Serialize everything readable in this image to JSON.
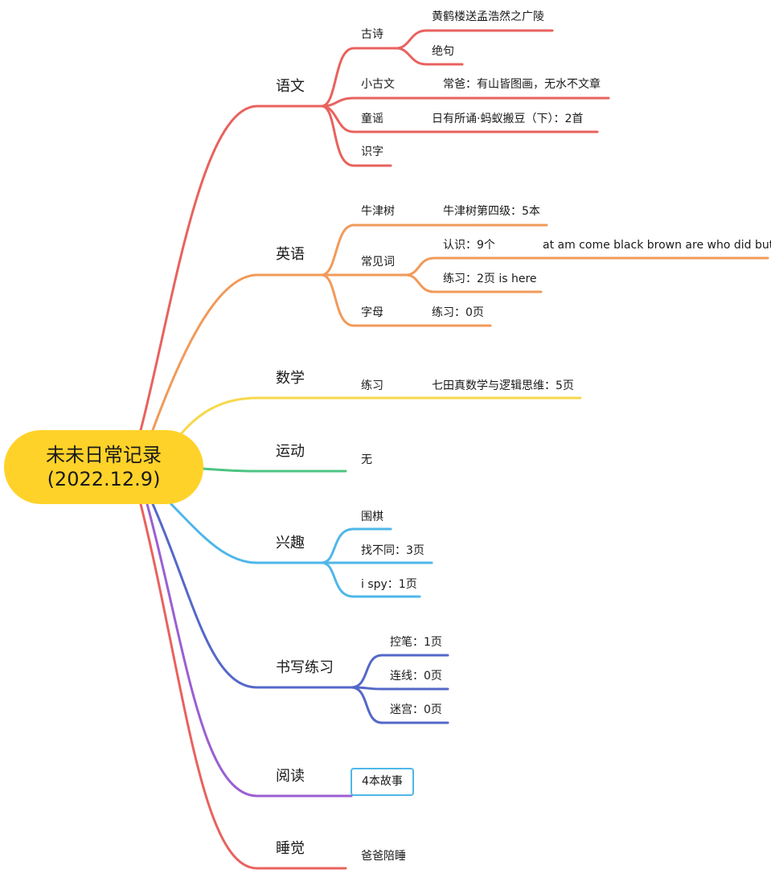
{
  "root": {
    "line1": "未未日常记录",
    "line2": "(2022.12.9)"
  },
  "colors": {
    "red": "#e8625e",
    "orange": "#f19a59",
    "yellow": "#f6d84c",
    "green": "#4cc481",
    "sky": "#4fb7e8",
    "indigo": "#5468c9",
    "purple": "#9b5fd1",
    "root": "#ffd229"
  },
  "branches": {
    "yuwen": {
      "label": "语文",
      "gushi": {
        "label": "古诗",
        "item1": "黄鹤楼送孟浩然之广陵",
        "item2": "绝句"
      },
      "xiaoguwen": {
        "label": "小古文",
        "item1": "常爸：有山皆图画，无水不文章"
      },
      "tongyao": {
        "label": "童谣",
        "item1": "日有所诵·蚂蚁搬豆（下）：2首"
      },
      "shizi": {
        "label": "识字"
      }
    },
    "yingyu": {
      "label": "英语",
      "niujinshu": {
        "label": "牛津树",
        "item1": "牛津树第四级：5本"
      },
      "changjianci": {
        "label": "常见词",
        "renshi": {
          "label": "认识：9个",
          "words": "at am come black brown are who did but"
        },
        "lianxi": "练习：2页 is here"
      },
      "zimu": {
        "label": "字母",
        "item1": "练习：0页"
      }
    },
    "shuxue": {
      "label": "数学",
      "lianxi": {
        "label": "练习",
        "item1": "七田真数学与逻辑思维：5页"
      }
    },
    "yundong": {
      "label": "运动",
      "item1": "无"
    },
    "xingqu": {
      "label": "兴趣",
      "item1": "围棋",
      "item2": "找不同：3页",
      "item3": "i spy：1页"
    },
    "shuxie": {
      "label": "书写练习",
      "item1": "控笔：1页",
      "item2": "连线：0页",
      "item3": "迷宫：0页"
    },
    "yuedu": {
      "label": "阅读",
      "item1": "4本故事"
    },
    "shuijiao": {
      "label": "睡觉",
      "item1": "爸爸陪睡"
    }
  }
}
